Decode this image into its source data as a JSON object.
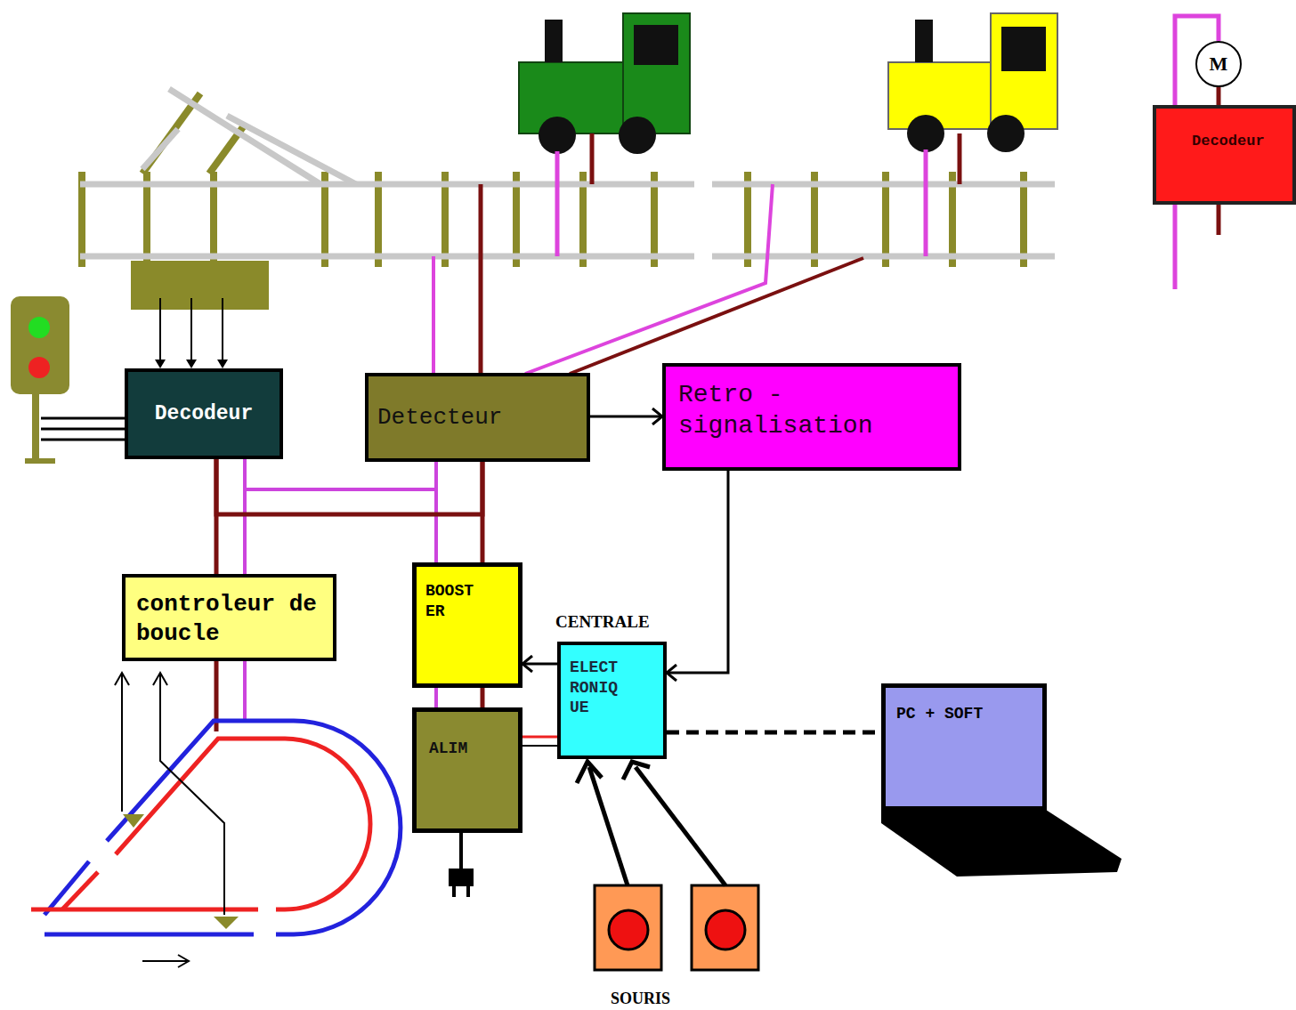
{
  "diagram": {
    "nodes": [
      {
        "text": [
          "M"
        ]
      },
      {
        "text": [
          "Decodeur"
        ]
      },
      {
        "text": [
          "Decodeur"
        ]
      },
      {
        "text": [
          "Detecteur"
        ]
      },
      {
        "text": [
          "Retro -signalisation"
        ]
      },
      {
        "text": [
          "controleur de boucle"
        ]
      },
      {
        "text": [
          "BOOST ER"
        ]
      },
      {
        "text": [
          "CENTRALE",
          "ELECT RONIQ UE"
        ]
      },
      {
        "text": [
          "ALIM"
        ]
      },
      {
        "text": [
          "PC + SOFT"
        ]
      }
    ],
    "edges": [
      {
        "from": 1,
        "to": 0,
        "arrow": "none"
      },
      {
        "from": 3,
        "to": 4,
        "arrow": "to"
      },
      {
        "from": 4,
        "to": 7,
        "arrow": "to"
      },
      {
        "from": 7,
        "to": 6,
        "arrow": "to"
      },
      {
        "from": 7,
        "to": 9,
        "arrow": "none"
      },
      {
        "from": 7,
        "to": 8,
        "arrow": "none"
      },
      {
        "from": 6,
        "to": 8,
        "arrow": "none"
      },
      {
        "from": 6,
        "to": 3,
        "arrow": "none"
      },
      {
        "from": 3,
        "to": 2,
        "arrow": "none"
      },
      {
        "from": 2,
        "to": 5,
        "arrow": "none"
      }
    ],
    "labels": [
      "SOURIS"
    ]
  }
}
